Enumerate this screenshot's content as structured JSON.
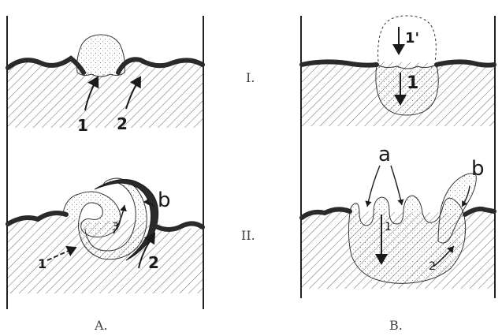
{
  "rows": [
    "I.",
    "II."
  ],
  "columns": [
    "A.",
    "B."
  ],
  "panelA": {
    "stage1": {
      "arrow1": "1",
      "arrow2": "2"
    },
    "stage2": {
      "arrow1": "1",
      "arrow2": "2",
      "arrow3": "3",
      "label_b": "b"
    }
  },
  "panelB": {
    "stage1": {
      "upper": "1'",
      "lower": "1"
    },
    "stage2": {
      "label_a": "a",
      "label_b": "b",
      "arrow1": "1",
      "arrow2": "2"
    }
  },
  "colors": {
    "ink": "#1a1a1a",
    "surface": "#2a2a2a",
    "paper": "#ffffff"
  }
}
